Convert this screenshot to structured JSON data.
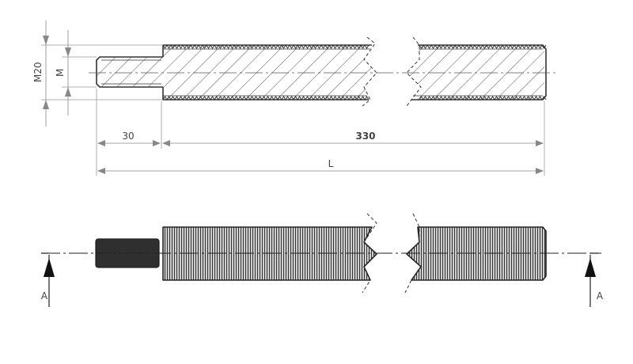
{
  "dimensions": {
    "m20": "M20",
    "m": "M",
    "short_len": "30",
    "long_len": "330",
    "total": "L"
  },
  "section": {
    "left_marker": "A",
    "right_marker": "A"
  },
  "colors": {
    "ink": "#333333",
    "hatch": "#555555",
    "dim": "#8a8a8a",
    "dark_thread": "#2a2a2a"
  }
}
